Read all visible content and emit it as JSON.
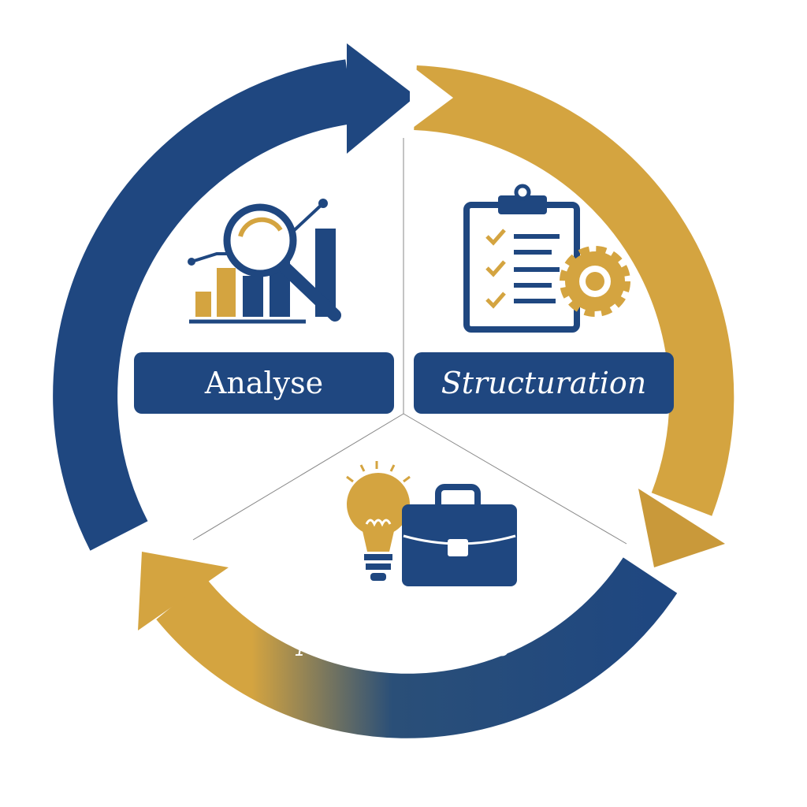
{
  "colors": {
    "navy": "#1f4780",
    "gold": "#d4a440"
  },
  "stages": [
    {
      "label": "Analyse",
      "icon": "magnifier-chart-icon"
    },
    {
      "label": "Structuration",
      "icon": "clipboard-gear-icon"
    },
    {
      "label": "Mise en œuvre",
      "icon": "lightbulb-briefcase-icon"
    }
  ]
}
